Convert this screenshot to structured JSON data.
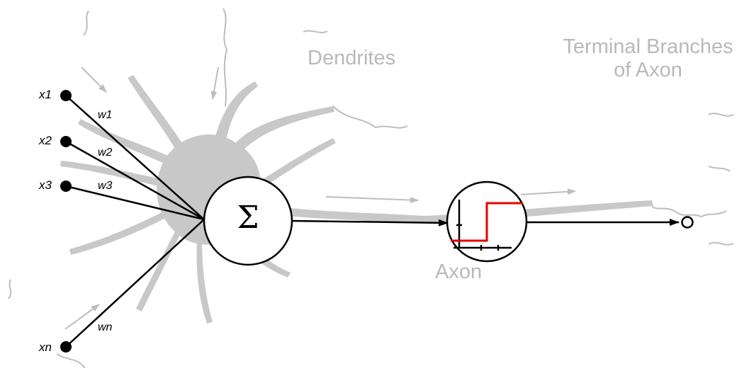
{
  "labels": {
    "dendrites": "Dendrites",
    "terminal_line1": "Terminal Branches",
    "terminal_line2": "of Axon",
    "axon": "Axon"
  },
  "inputs": [
    "x1",
    "x2",
    "x3",
    "xn"
  ],
  "weights": [
    "w1",
    "w2",
    "w3",
    "wn"
  ],
  "summation_symbol": "Σ",
  "colors": {
    "neuron_fill": "#c8c8c8",
    "neuron_text": "#b9b9b9",
    "signal_line": "#000000",
    "activation_step": "#e60000"
  }
}
